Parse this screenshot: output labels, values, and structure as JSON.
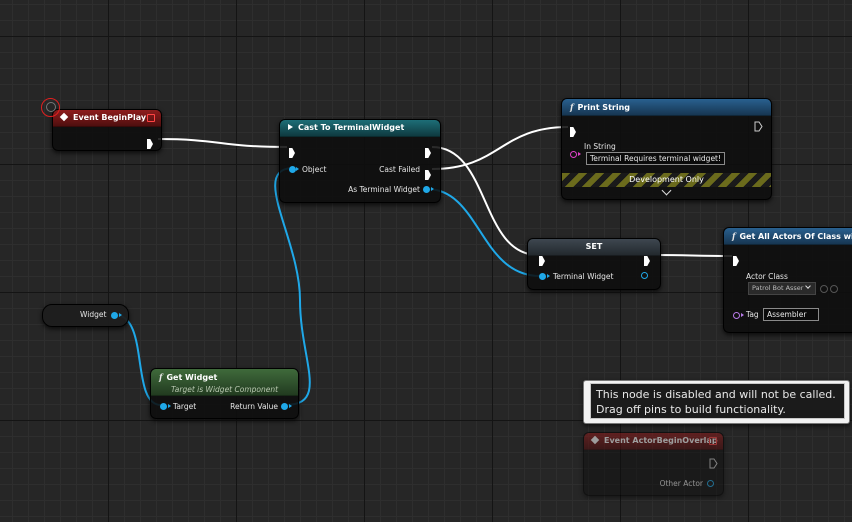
{
  "nodes": {
    "event_begin_play": {
      "title": "Event BeginPlay"
    },
    "cast": {
      "title": "Cast To TerminalWidget",
      "object": "Object",
      "cast_failed": "Cast Failed",
      "as_terminal_widget": "As Terminal Widget"
    },
    "print_string": {
      "title": "Print String",
      "in_string_label": "In String",
      "in_string_value": "Terminal Requires terminal widget!",
      "dev_only": "Development Only"
    },
    "set": {
      "title": "SET",
      "terminal_widget": "Terminal Widget"
    },
    "get_all_actors": {
      "title": "Get All Actors Of Class with",
      "actor_class_label": "Actor Class",
      "actor_class_value": "Patrol Bot Asser",
      "tag_label": "Tag",
      "tag_value": "Assembler"
    },
    "widget_var": {
      "label": "Widget"
    },
    "get_widget": {
      "title": "Get Widget",
      "subtitle": "Target is Widget Component",
      "target": "Target",
      "return_value": "Return Value"
    },
    "event_overlap": {
      "title": "Event ActorBeginOverlap",
      "other_actor": "Other Actor"
    }
  },
  "tooltip": {
    "line1": "This node is disabled and will not be called.",
    "line2": "Drag off pins to build functionality."
  },
  "icons": [
    "function-icon",
    "event-diamond-icon",
    "exec-pin-icon",
    "data-pin-icon",
    "chevron-down-icon",
    "browse-icon",
    "search-icon"
  ],
  "colors": {
    "exec": "#ffffff",
    "object_wire": "#1fa8e8",
    "string_pin": "#e040c8",
    "event_header": "#8e1c1c",
    "function_header": "#29608f"
  }
}
